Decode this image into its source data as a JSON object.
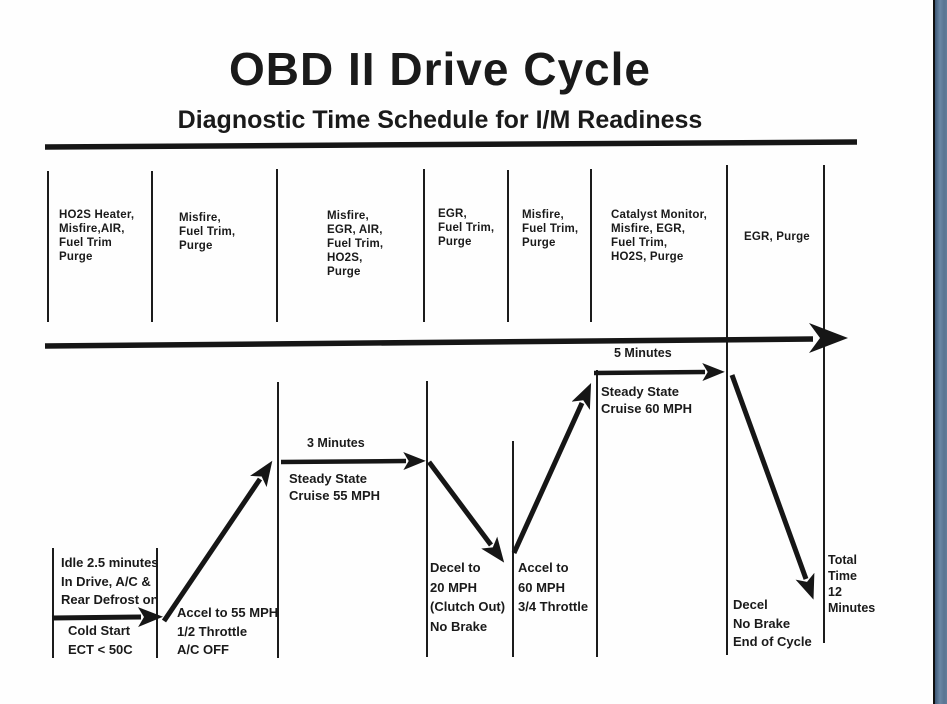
{
  "header": {
    "title": "OBD II Drive Cycle",
    "subtitle": "Diagnostic Time Schedule for I/M Readiness"
  },
  "monitor_columns": [
    {
      "monitors": "HO2S Heater,\nMisfire,AIR,\nFuel Trim\nPurge"
    },
    {
      "monitors": "Misfire,\nFuel Trim,\nPurge"
    },
    {
      "monitors": "Misfire,\nEGR, AIR,\nFuel Trim,\nHO2S,\nPurge"
    },
    {
      "monitors": "EGR,\nFuel Trim,\nPurge"
    },
    {
      "monitors": "Misfire,\nFuel Trim,\nPurge"
    },
    {
      "monitors": "Catalyst Monitor,\nMisfire, EGR,\nFuel Trim,\nHO2S, Purge"
    },
    {
      "monitors": "EGR, Purge"
    }
  ],
  "drive_steps": {
    "idle": "Idle 2.5 minutes\nIn Drive, A/C &\nRear Defrost on",
    "cold_start": "Cold Start\nECT < 50C",
    "accel_55": "Accel to 55 MPH\n1/2 Throttle\nA/C OFF",
    "cruise_55_time": "3 Minutes",
    "cruise_55": "Steady State\nCruise 55 MPH",
    "decel_20": "Decel to\n20 MPH\n(Clutch Out)\nNo Brake",
    "accel_60": "Accel to\n60 MPH\n3/4 Throttle",
    "cruise_60_time": "5 Minutes",
    "cruise_60": "Steady State\nCruise 60 MPH",
    "decel_end": "Decel\nNo Brake\nEnd of Cycle",
    "total_time": "Total\nTime\n12\nMinutes"
  },
  "colors": {
    "ink": "#1a1a1a",
    "paper": "#fefefe",
    "page_edge": "#5e7995"
  }
}
